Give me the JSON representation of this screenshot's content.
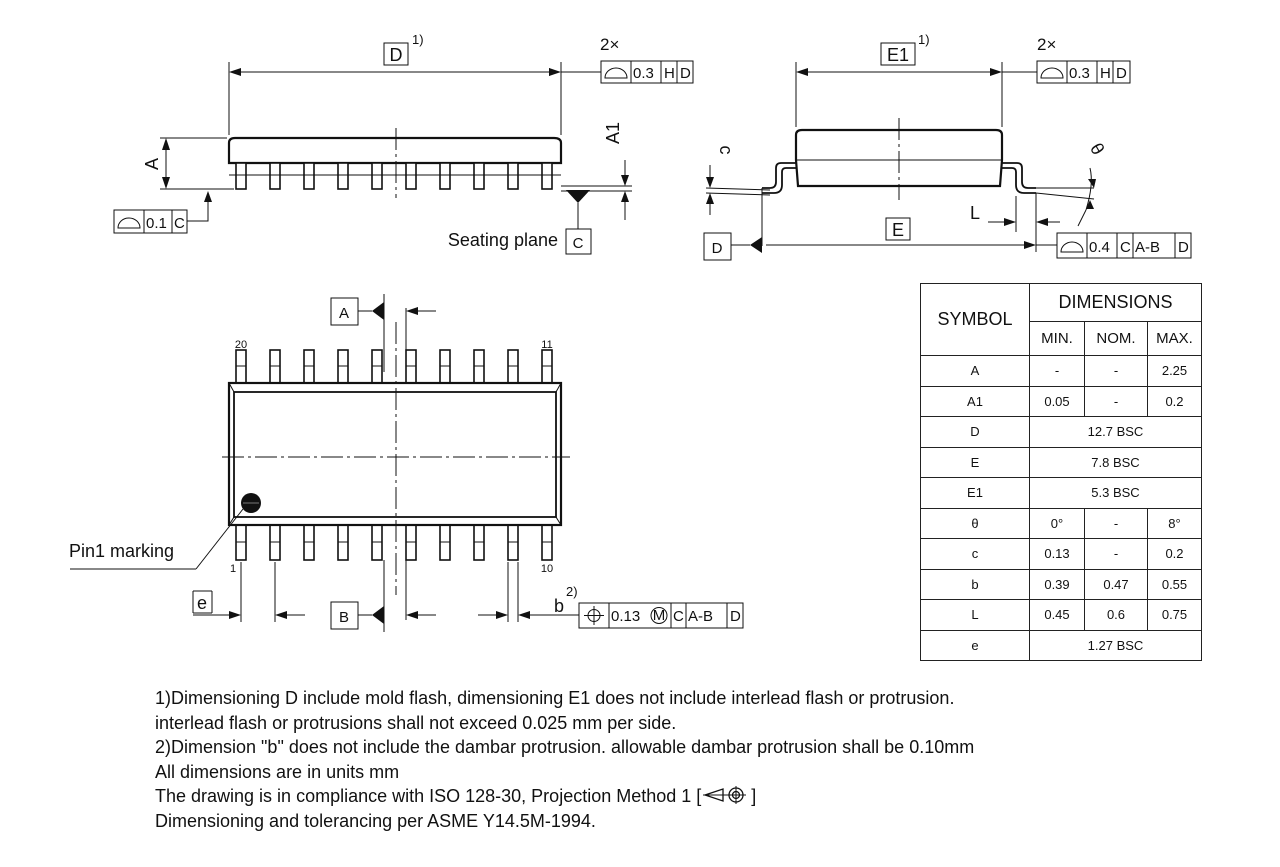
{
  "labels": {
    "D": "D",
    "D_note": "1)",
    "E1": "E1",
    "E1_note": "1)",
    "E": "E",
    "A": "A",
    "A1": "A1",
    "c": "c",
    "L": "L",
    "theta": "θ",
    "b": "b",
    "b_note": "2)",
    "e": "e",
    "count_2x_top_left": "2×",
    "count_2x_top_right": "2×",
    "seating_plane": "Seating plane",
    "pin1_marking": "Pin1 marking",
    "pin_20": "20",
    "pin_11": "11",
    "pin_1": "1",
    "pin_10": "10"
  },
  "datums": {
    "C": "C",
    "D": "D",
    "A": "A",
    "B": "B"
  },
  "tolerance_frames": {
    "profile_top_left": {
      "value": "0.3",
      "refs": [
        "H",
        "D"
      ]
    },
    "profile_top_right": {
      "value": "0.3",
      "refs": [
        "H",
        "D"
      ]
    },
    "profile_A": {
      "value": "0.1",
      "refs": [
        "C"
      ]
    },
    "profile_E": {
      "value": "0.4",
      "refs": [
        "C",
        "A-B",
        "D"
      ]
    },
    "position_b": {
      "value": "0.13",
      "modifier": "M",
      "refs": [
        "C",
        "A-B",
        "D"
      ]
    }
  },
  "table": {
    "header_symbol": "SYMBOL",
    "header_dimensions": "DIMENSIONS",
    "header_min": "MIN.",
    "header_nom": "NOM.",
    "header_max": "MAX.",
    "rows": [
      {
        "symbol": "A",
        "min": "-",
        "nom": "-",
        "max": "2.25"
      },
      {
        "symbol": "A1",
        "min": "0.05",
        "nom": "-",
        "max": "0.2"
      },
      {
        "symbol": "D",
        "span": "12.7 BSC"
      },
      {
        "symbol": "E",
        "span": "7.8 BSC"
      },
      {
        "symbol": "E1",
        "span": "5.3 BSC"
      },
      {
        "symbol": "θ",
        "min": "0°",
        "nom": "-",
        "max": "8°"
      },
      {
        "symbol": "c",
        "min": "0.13",
        "nom": "-",
        "max": "0.2"
      },
      {
        "symbol": "b",
        "min": "0.39",
        "nom": "0.47",
        "max": "0.55"
      },
      {
        "symbol": "L",
        "min": "0.45",
        "nom": "0.6",
        "max": "0.75"
      },
      {
        "symbol": "e",
        "span": "1.27 BSC"
      }
    ]
  },
  "notes": [
    "1)Dimensioning D include mold flash, dimensioning E1 does not include interlead flash or protrusion.",
    "interlead flash or protrusions shall not exceed 0.025 mm per side.",
    "2)Dimension \"b\" does not include the dambar protrusion. allowable dambar protrusion shall be 0.10mm",
    "All dimensions are in units mm",
    "The drawing is in compliance with ISO 128-30, Projection Method 1 [",
    "]",
    "Dimensioning and tolerancing per ASME Y14.5M-1994."
  ]
}
